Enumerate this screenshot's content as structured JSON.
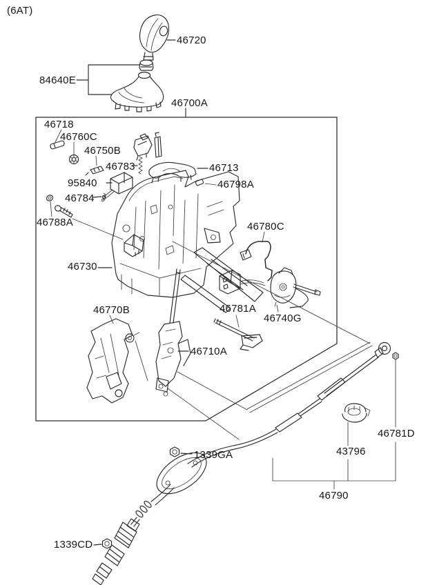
{
  "figure": {
    "note": "(6AT)",
    "colors": {
      "background": "#ffffff",
      "line": "#2a2a2a",
      "text": "#161616"
    },
    "labels": {
      "l46720": "46720",
      "l84640E": "84640E",
      "l46700A": "46700A",
      "l46718": "46718",
      "l46760C": "46760C",
      "l46750B": "46750B",
      "l46783": "46783",
      "l46713": "46713",
      "l95840": "95840",
      "l46798A": "46798A",
      "l46784": "46784",
      "l46788A": "46788A",
      "l46780C": "46780C",
      "l46730": "46730",
      "l46770B": "46770B",
      "l46781A": "46781A",
      "l46740G": "46740G",
      "l46710A": "46710A",
      "l1339GA": "1339GA",
      "l43796": "43796",
      "l46781D": "46781D",
      "l46790": "46790",
      "l1339CD": "1339CD"
    }
  }
}
